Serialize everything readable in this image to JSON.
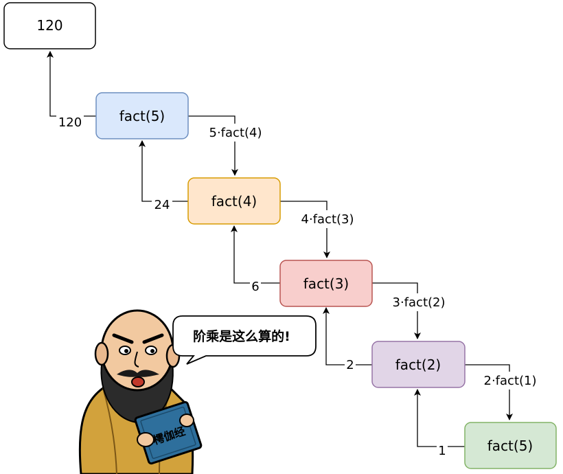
{
  "result": "120",
  "nodes": [
    {
      "label": "fact(5)",
      "fill": "#dae8fc",
      "stroke": "#6c8ebf"
    },
    {
      "label": "fact(4)",
      "fill": "#ffe6cc",
      "stroke": "#d79b00"
    },
    {
      "label": "fact(3)",
      "fill": "#f8cecc",
      "stroke": "#b85450"
    },
    {
      "label": "fact(2)",
      "fill": "#e1d5e7",
      "stroke": "#9673a6"
    },
    {
      "label": "fact(5)",
      "fill": "#d5e8d4",
      "stroke": "#82b366"
    }
  ],
  "call_labels": [
    "5·fact(4)",
    "4·fact(3)",
    "3·fact(2)",
    "2·fact(1)"
  ],
  "return_labels": [
    "120",
    "24",
    "6",
    "2",
    "1"
  ],
  "speech_bubble": "阶乘是这么算的!",
  "book_title": "樗伽经",
  "colors": {
    "result_fill": "#ffffff",
    "result_stroke": "#000000",
    "edge": "#000000"
  }
}
